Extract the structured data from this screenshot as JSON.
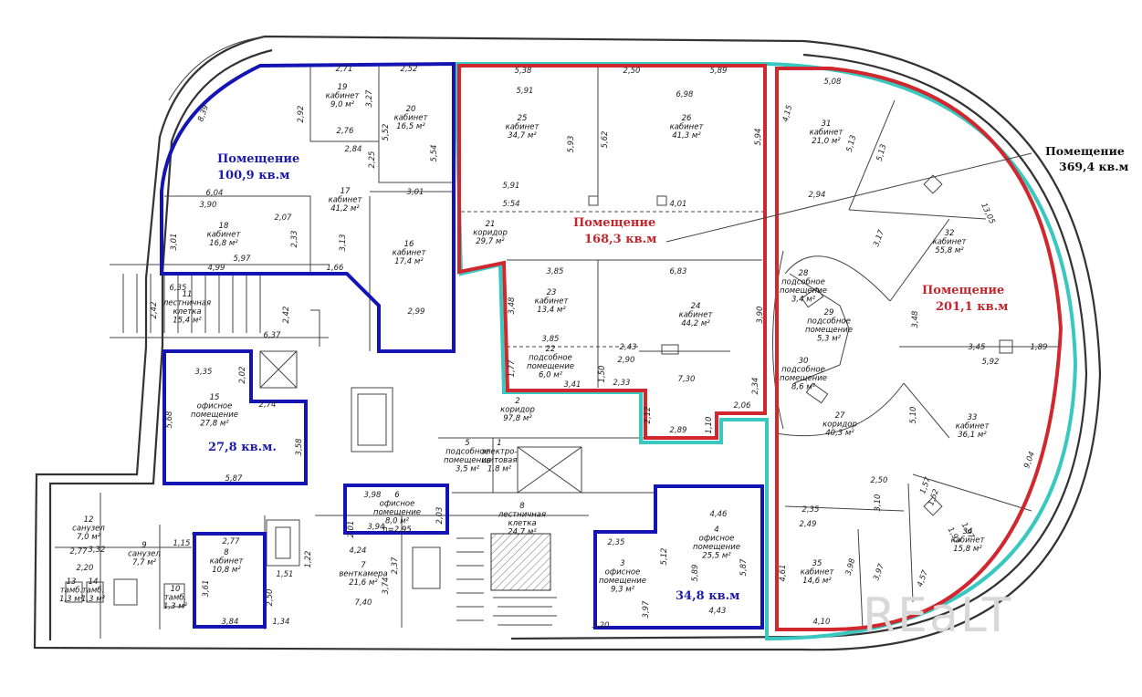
{
  "colors": {
    "blue_outline": "#1414b4",
    "red_outline": "#d0282e",
    "teal_outline": "#38c8c0",
    "wall": "#333333"
  },
  "callouts": {
    "blue_main_l1": "Помещение",
    "blue_main_l2": "100,9 кв.м",
    "blue_15": "27,8 кв.м.",
    "blue_34": "34,8 кв.м",
    "red_168_l1": "Помещение",
    "red_168_l2": "168,3 кв.м",
    "red_201_l1": "Помещение",
    "red_201_l2": "201,1 кв.м",
    "total_l1": "Помещение",
    "total_l2": "369,4 кв.м"
  },
  "watermark": "REaLT",
  "rooms": [
    {
      "id": "r19",
      "lines": [
        "19",
        "кабинет",
        "9,0 м²"
      ]
    },
    {
      "id": "r20",
      "lines": [
        "20",
        "кабинет",
        "16,5 м²"
      ]
    },
    {
      "id": "r25",
      "lines": [
        "25",
        "кабинет",
        "34,7 м²"
      ]
    },
    {
      "id": "r26",
      "lines": [
        "26",
        "кабинет",
        "41,3 м²"
      ]
    },
    {
      "id": "r31",
      "lines": [
        "31",
        "кабинет",
        "21,0 м²"
      ]
    },
    {
      "id": "r17",
      "lines": [
        "17",
        "кабинет",
        "41,2 м²"
      ]
    },
    {
      "id": "r18",
      "lines": [
        "18",
        "кабинет",
        "16,8 м²"
      ]
    },
    {
      "id": "r16",
      "lines": [
        "16",
        "кабинет",
        "17,4 м²"
      ]
    },
    {
      "id": "r21",
      "lines": [
        "21",
        "коридор",
        "29,7 м²"
      ]
    },
    {
      "id": "r32",
      "lines": [
        "32",
        "кабинет",
        "55,8 м²"
      ]
    },
    {
      "id": "r11",
      "lines": [
        "11",
        "лестничная",
        "клетка",
        "15,4 м²"
      ]
    },
    {
      "id": "r23",
      "lines": [
        "23",
        "кабинет",
        "13,4 м²"
      ]
    },
    {
      "id": "r24",
      "lines": [
        "24",
        "кабинет",
        "44,2 м²"
      ]
    },
    {
      "id": "r28",
      "lines": [
        "28",
        "подсобное",
        "помещение",
        "3,4 м²"
      ]
    },
    {
      "id": "r29",
      "lines": [
        "29",
        "подсобное",
        "помещение",
        "5,3 м²"
      ]
    },
    {
      "id": "r22",
      "lines": [
        "22",
        "подсобное",
        "помещение",
        "6,0 м²"
      ]
    },
    {
      "id": "r30",
      "lines": [
        "30",
        "подсобное",
        "помещение",
        "8,6 м²"
      ]
    },
    {
      "id": "r15",
      "lines": [
        "15",
        "офисное",
        "помещение",
        "27,8 м²"
      ]
    },
    {
      "id": "r2",
      "lines": [
        "2",
        "коридор",
        "97,8 м²"
      ]
    },
    {
      "id": "r27",
      "lines": [
        "27",
        "коридор",
        "40,3 м²"
      ]
    },
    {
      "id": "r33",
      "lines": [
        "33",
        "кабинет",
        "36,1 м²"
      ]
    },
    {
      "id": "r5",
      "lines": [
        "5",
        "подсобное",
        "помещение",
        "3,5 м²"
      ]
    },
    {
      "id": "r1",
      "lines": [
        "1",
        "электро-",
        "щитовая",
        "1,8 м²"
      ]
    },
    {
      "id": "r6",
      "lines": [
        "6",
        "офисное",
        "помещение",
        "8,0 м²",
        "h=2,95"
      ]
    },
    {
      "id": "r12",
      "lines": [
        "12",
        "санузел",
        "7,0 м²"
      ]
    },
    {
      "id": "r9",
      "lines": [
        "9",
        "санузел",
        "7,7 м²"
      ]
    },
    {
      "id": "r8",
      "lines": [
        "8",
        "кабинет",
        "10,8 м²"
      ]
    },
    {
      "id": "r4",
      "lines": [
        "4",
        "офисное",
        "помещение",
        "25,5 м²"
      ]
    },
    {
      "id": "r34",
      "lines": [
        "34",
        "кабинет",
        "15,8 м²"
      ]
    },
    {
      "id": "r35",
      "lines": [
        "35",
        "кабинет",
        "14,6 м²"
      ]
    },
    {
      "id": "r7",
      "lines": [
        "7",
        "венткамера",
        "21,6 м²"
      ]
    },
    {
      "id": "r3",
      "lines": [
        "3",
        "офисное",
        "помещение",
        "9,3 м²"
      ]
    },
    {
      "id": "rlk",
      "lines": [
        "8",
        "лестничная",
        "клетка",
        "24,7 м²"
      ]
    },
    {
      "id": "r13",
      "lines": [
        "13",
        "тамб.",
        "1,3 м²"
      ]
    },
    {
      "id": "r14",
      "lines": [
        "14",
        "тамб.",
        "1,3 м²"
      ]
    },
    {
      "id": "r10",
      "lines": [
        "10",
        "тамб.",
        "1,3 м²"
      ]
    }
  ],
  "dims": [
    "2,71",
    "2,52",
    "5,38",
    "2,50",
    "5,89",
    "5,08",
    "8,39",
    "3,27",
    "2,92",
    "5,52",
    "5,54",
    "5,91",
    "6,98",
    "4,15",
    "2,76",
    "2,84",
    "2,25",
    "5,93",
    "5,62",
    "5,94",
    "5,13",
    "5,13",
    "6,04",
    "3,01",
    "5,91",
    "5:54",
    "4,01",
    "2,94",
    "13,05",
    "3,90",
    "2,07",
    "3,01",
    "2,33",
    "3,13",
    "5,97",
    "4,99",
    "1,66",
    "3,17",
    "6,35",
    "3,85",
    "6,83",
    "2,42",
    "2,42",
    "3,48",
    "2,99",
    "6,37",
    "3,85",
    "2,43",
    "3,90",
    "3,48",
    "3,45",
    "1,89",
    "3,35",
    "2,02",
    "1,77",
    "2,90",
    "5,92",
    "2,74",
    "1,50",
    "2,33",
    "7,30",
    "3,41",
    "5,68",
    "2,12",
    "2,34",
    "2,06",
    "3,58",
    "2,89",
    "1,10",
    "5,10",
    "5,87",
    "2,50",
    "1,57",
    "3,10",
    "1,52",
    "3,98",
    "2,01",
    "3,94",
    "2,03",
    "4,46",
    "2,35",
    "2,49",
    "2,77",
    "1,15",
    "3,32",
    "2,77",
    "2,20",
    "4,24",
    "1,22",
    "3,61",
    "2,35",
    "5,12",
    "5,89",
    "5,87",
    "3,98",
    "3,97",
    "4,57",
    "1,51",
    "2,37",
    "3,74",
    "2,50",
    "7,40",
    "3,97",
    "4,61",
    "3,84",
    "1,34",
    "3,20",
    "4,43",
    "4,10",
    "1,97",
    "1,93",
    "9,04"
  ]
}
